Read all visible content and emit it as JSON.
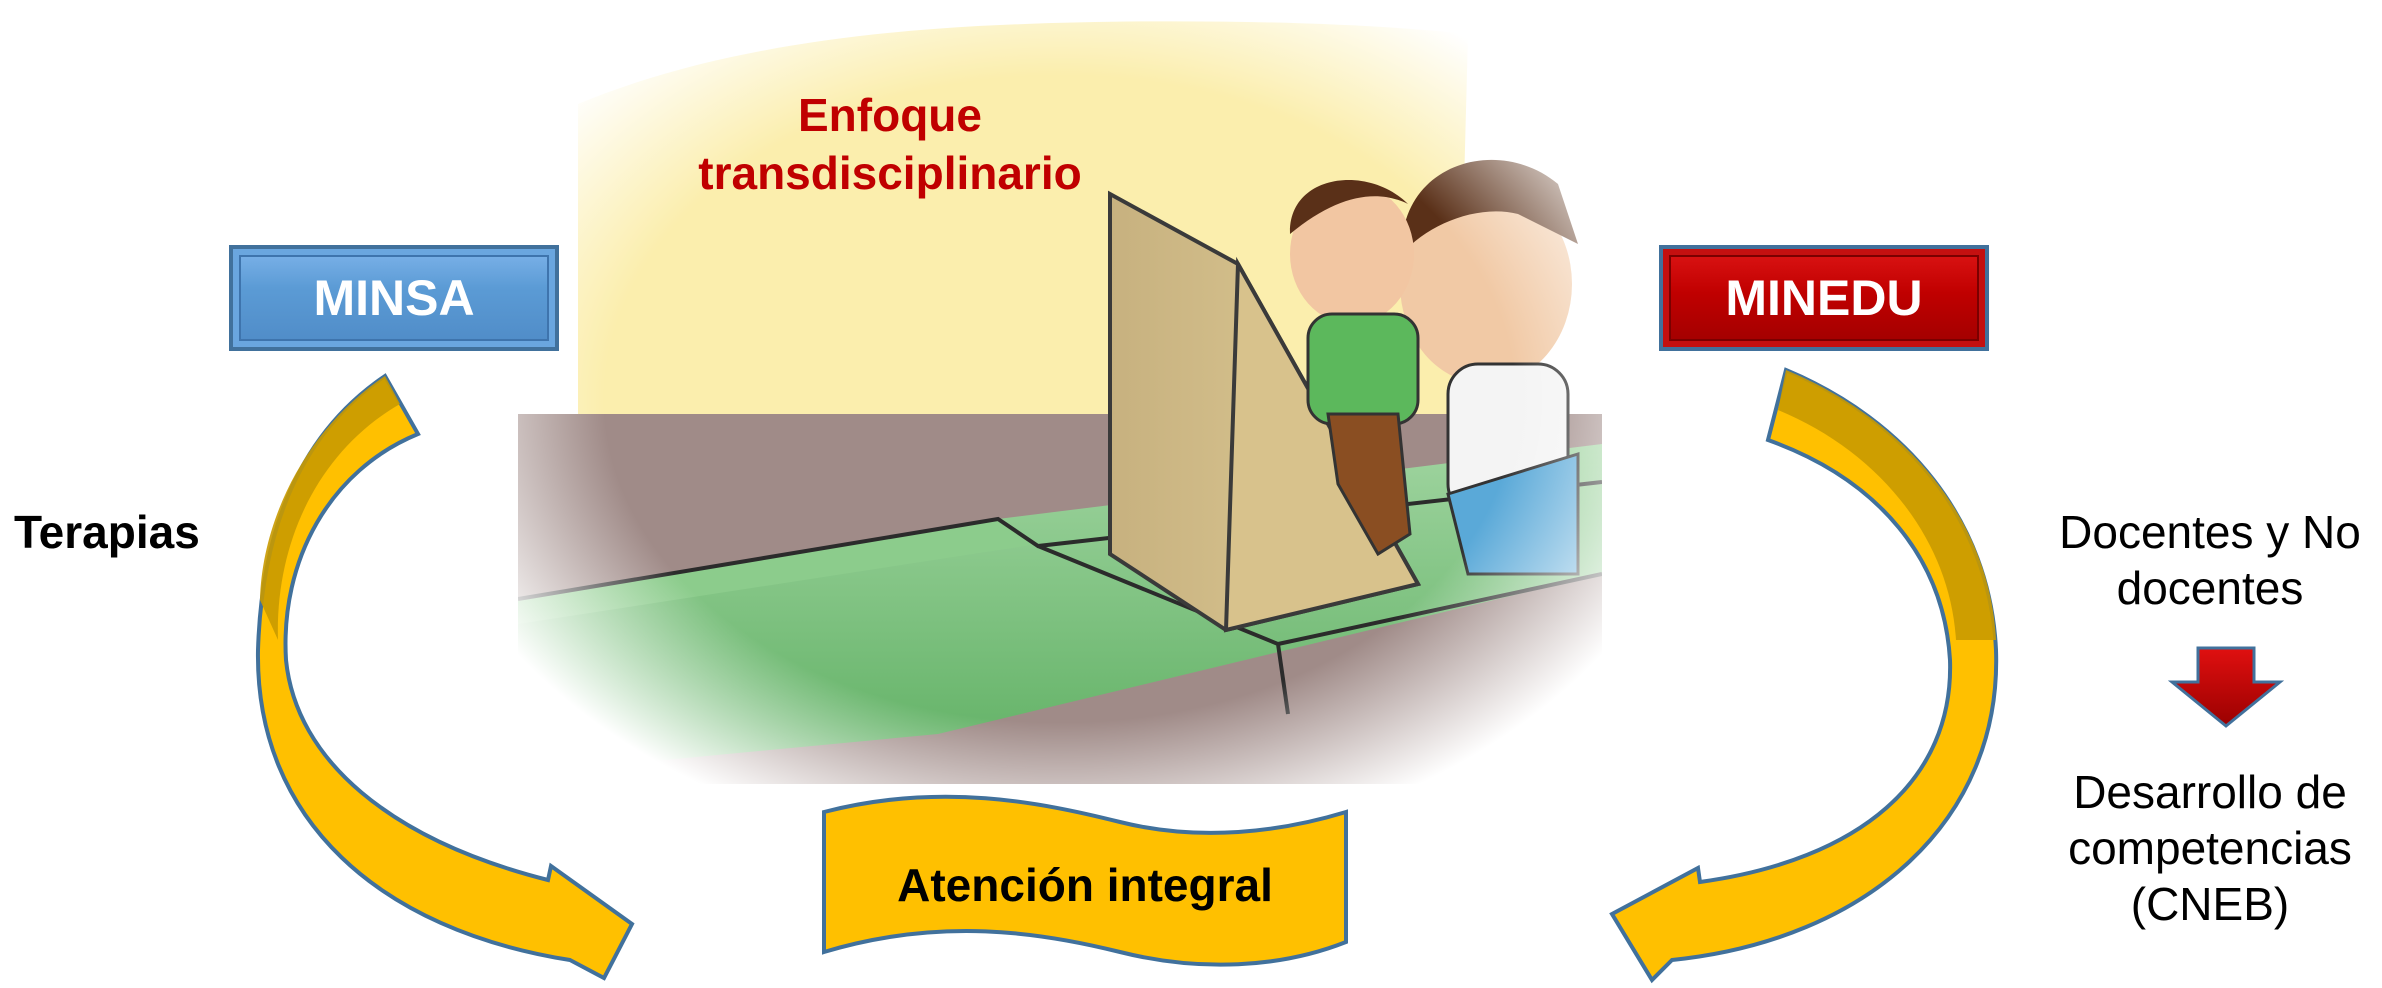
{
  "illustration": {
    "title_line1": "Enfoque",
    "title_line2": "transdisciplinario"
  },
  "boxes": {
    "minsa": "MINSA",
    "minedu": "MINEDU"
  },
  "labels": {
    "terapias": "Terapias",
    "docentes_line1": "Docentes y No",
    "docentes_line2": "docentes",
    "desarrollo_line1": "Desarrollo de",
    "desarrollo_line2": "competencias",
    "desarrollo_line3": "(CNEB)"
  },
  "center": {
    "banner": "Atención integral"
  },
  "colors": {
    "title_red": "#c00000",
    "minsa_blue": "#5b9bd5",
    "minedu_red": "#c00000",
    "arrow_gold": "#ffc000",
    "arrow_outline": "#41719c"
  },
  "icons": {
    "down_arrow": "down-arrow-icon",
    "curved_arrow": "curved-arrow-icon"
  }
}
